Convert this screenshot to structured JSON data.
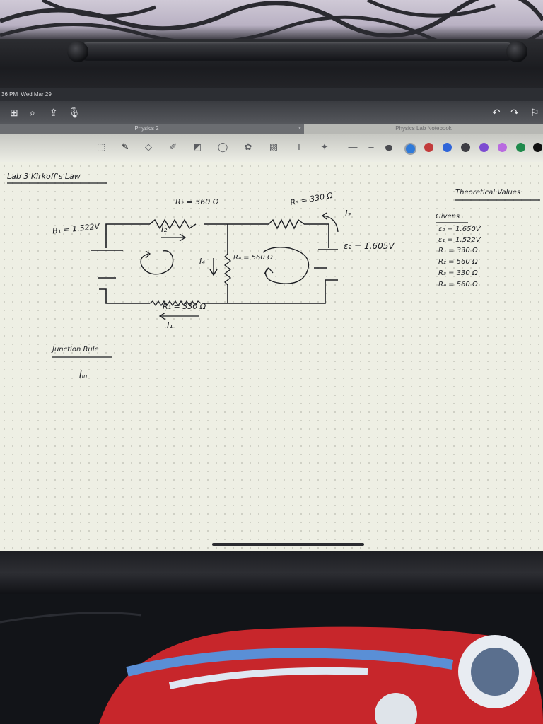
{
  "status": {
    "time": "36 PM",
    "date": "Wed Mar 29"
  },
  "tabs": [
    {
      "label": "Physics 2"
    },
    {
      "label": "Physics Lab Notebook"
    }
  ],
  "tab_close": "×",
  "toolbar_icons": [
    "grid-icon",
    "search-icon",
    "share-icon",
    "microphone-icon",
    "undo-icon",
    "redo-icon",
    "bookmark-icon"
  ],
  "tools": [
    "lasso-icon",
    "pen-icon",
    "eraser-icon",
    "highlighter-icon",
    "shapes-icon",
    "lasso-select-icon",
    "sticker-icon",
    "image-icon",
    "text-box-icon",
    "laser-icon"
  ],
  "colors": [
    "#2f7ad9",
    "#c23b3b",
    "#2f65d9",
    "#3f3f45",
    "#7c4bd1",
    "#b96be0",
    "#1f8a4c",
    "#111111"
  ],
  "notes": {
    "title": "Lab 3 Kirkoff's Law",
    "r2": "R₂ = 560 Ω",
    "r3": "R₃ = 330 Ω",
    "e1": "B₁ = 1.522V",
    "e2": "ε₂ = 1.605V",
    "i2a": "I₂",
    "i2b": "I₂",
    "i4": "I₄",
    "r4": "R₄ = 560 Ω",
    "r1": "R₁ = 330 Ω",
    "i1": "I₁",
    "junction": "Junction Rule",
    "iin": "Iᵢₙ",
    "theoretical": "Theoretical Values",
    "givens_title": "Givens",
    "givens": [
      "ε₂ = 1.650V",
      "ε₁ = 1.522V",
      "R₁ = 330 Ω",
      "R₂ = 560 Ω",
      "R₃ = 330 Ω",
      "R₄ = 560 Ω"
    ]
  }
}
